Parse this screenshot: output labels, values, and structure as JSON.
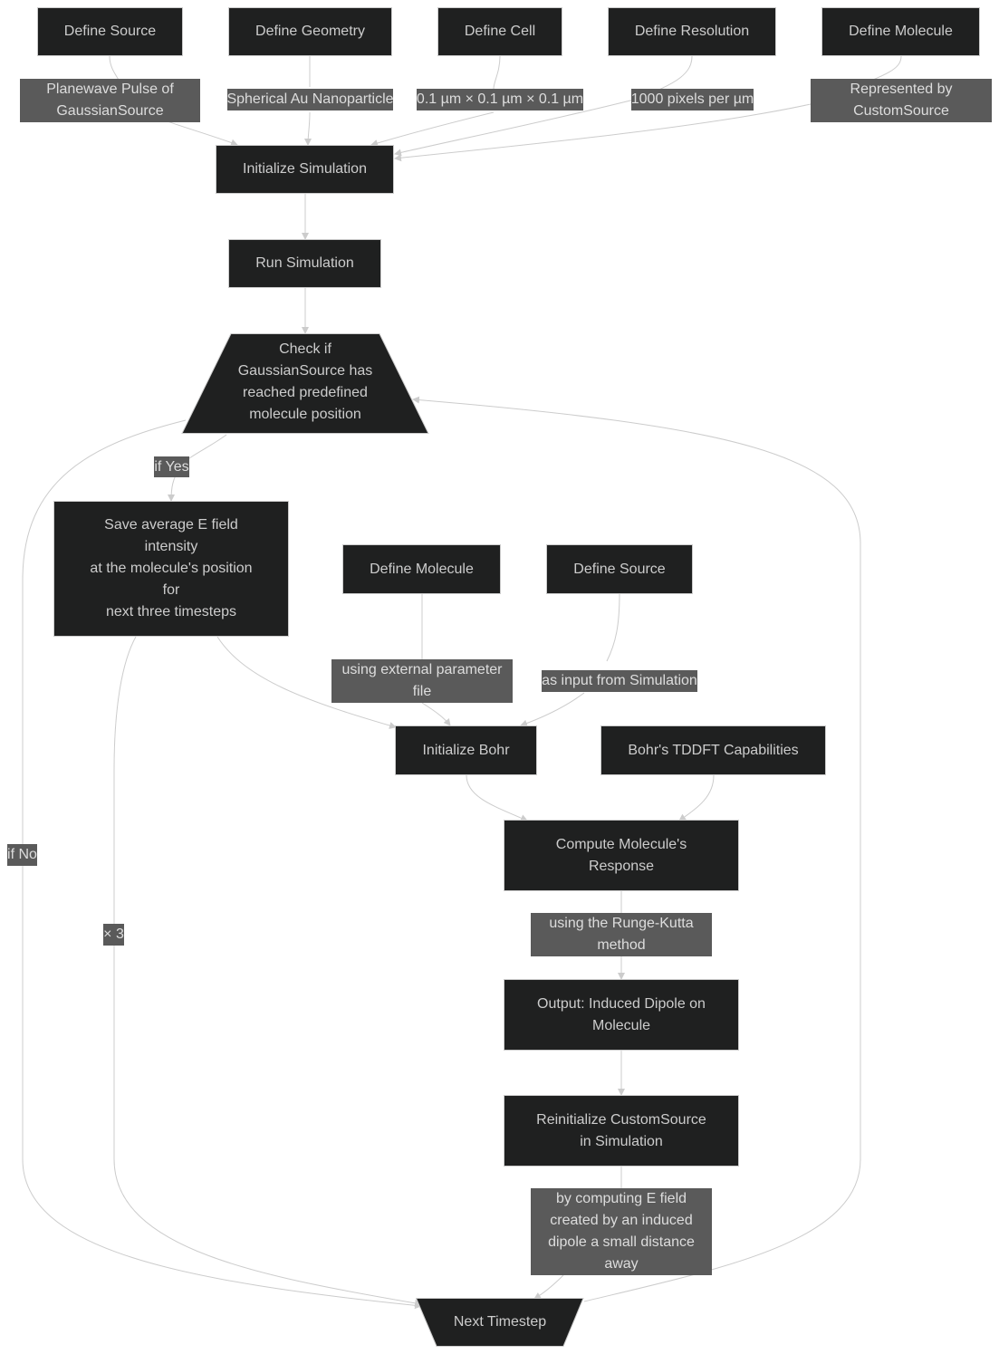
{
  "nodes": {
    "define_source": "Define Source",
    "define_geometry": "Define Geometry",
    "define_cell": "Define Cell",
    "define_resolution": "Define Resolution",
    "define_molecule_top": "Define Molecule",
    "initialize_simulation": "Initialize Simulation",
    "run_simulation": "Run Simulation",
    "check_position": "Check if\nGaussianSource has\nreached predefined\nmolecule position",
    "save_e_field": "Save average E field\nintensity\nat the molecule's position\nfor\nnext three timesteps",
    "define_molecule_mid": "Define Molecule",
    "define_source_mid": "Define Source",
    "initialize_bohr": "Initialize Bohr",
    "bohr_tddft": "Bohr's TDDFT Capabilities",
    "compute_response": "Compute Molecule's\nResponse",
    "output_dipole": "Output: Induced Dipole on\nMolecule",
    "reinit_customsource": "Reinitialize CustomSource\nin Simulation",
    "next_timestep": "Next Timestep"
  },
  "edge_labels": {
    "planewave": "Planewave Pulse of\nGaussianSource",
    "spherical": "Spherical Au Nanoparticle",
    "cell_size": "0.1 µm × 0.1 µm × 0.1 µm",
    "resolution": "1000 pixels per µm",
    "represented": "Represented by\nCustomSource",
    "if_yes": "if Yes",
    "if_no": "if No",
    "times_three": "× 3",
    "external_param": "using external parameter\nfile",
    "as_input": "as input from Simulation",
    "runge_kutta": "using the Runge-Kutta\nmethod",
    "computing_e_field": "by computing E field\ncreated by an induced\ndipole a small distance\naway"
  },
  "colors": {
    "node_fill": "#1f2020",
    "node_border": "#cccccc",
    "label_fill": "#5a5a5a",
    "edge": "#cccccc",
    "text": "#cccccc"
  }
}
